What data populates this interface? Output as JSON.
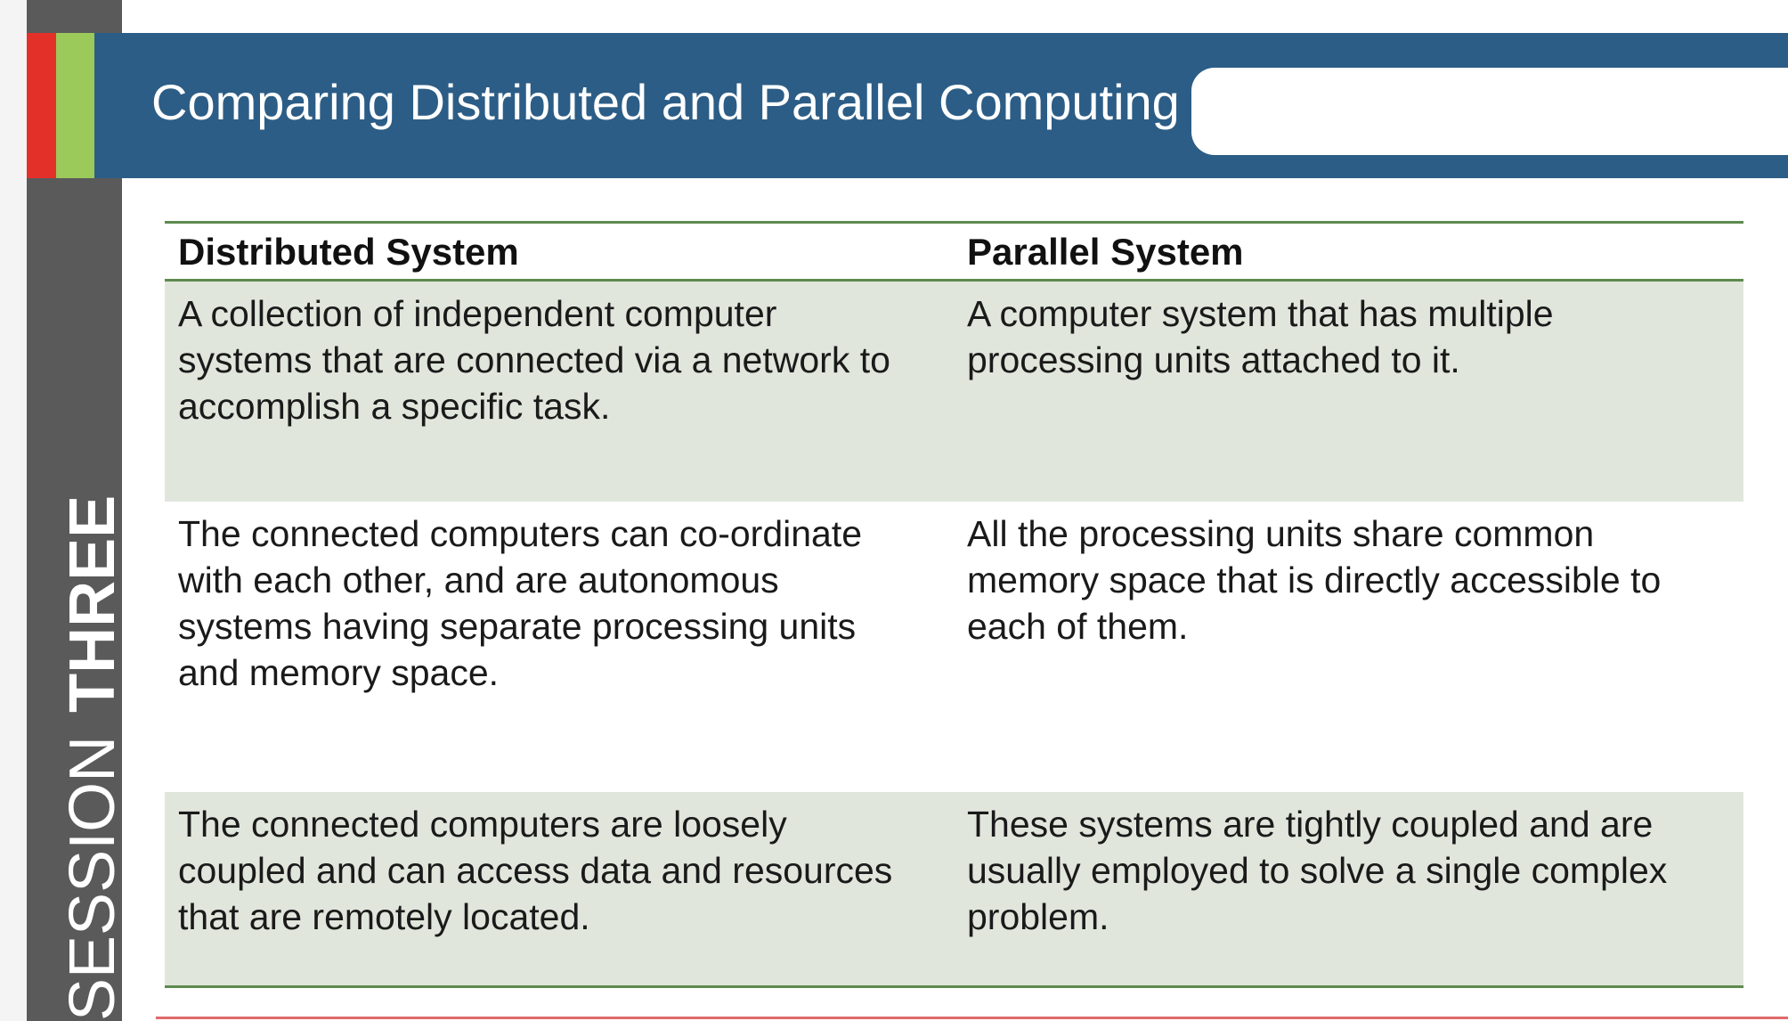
{
  "slide": {
    "title": "Comparing Distributed and Parallel Computing",
    "session_word": "SESSION",
    "session_number": "THREE"
  },
  "table": {
    "headers": [
      "Distributed System",
      "Parallel System"
    ],
    "rows": [
      {
        "distributed": "A collection of independent computer\nsystems that are connected via a network to\naccomplish a specific task.",
        "parallel": "A computer system that has multiple\nprocessing units attached to it."
      },
      {
        "distributed": "The connected computers can co-ordinate\nwith each other, and are autonomous\nsystems having separate processing units\nand memory space.",
        "parallel": "All the processing units share common\nmemory space that is directly accessible to\neach of them."
      },
      {
        "distributed": "The connected computers are loosely\ncoupled and can access data and resources\nthat are remotely located.",
        "parallel": "These systems are tightly coupled and are\nusually employed to solve a single complex\nproblem."
      }
    ]
  },
  "colors": {
    "title_band": "#2c5d86",
    "accent_red": "#e3312a",
    "accent_green": "#9bc95a",
    "row_shade": "#e0e6dc",
    "rule": "#5e8a4f"
  }
}
